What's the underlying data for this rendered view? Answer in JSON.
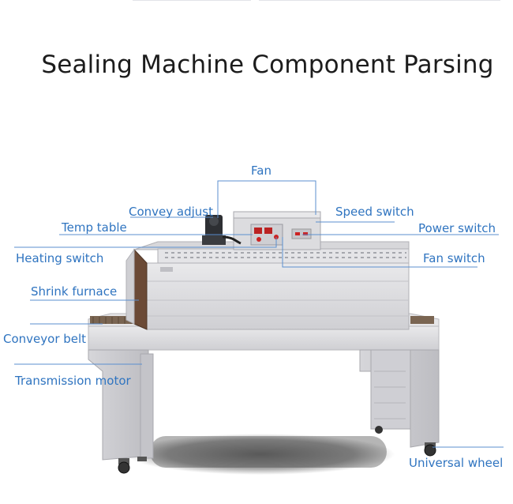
{
  "title": "Sealing Machine Component Parsing",
  "colors": {
    "label": "#2f74c0",
    "leader": "#5b8fcf",
    "title": "#1c1c1c",
    "machine_body": "#dcdcdf"
  },
  "labels": {
    "fan": "Fan",
    "convey_adjust": "Convey adjust",
    "speed_switch": "Speed switch",
    "temp_table": "Temp table",
    "power_switch": "Power switch",
    "heating_switch": "Heating switch",
    "fan_switch": "Fan switch",
    "shrink_furnace": "Shrink furnace",
    "conveyor_belt": "Conveyor belt",
    "transmission_motor": "Transmission motor",
    "universal_wheel": "Universal wheel"
  }
}
